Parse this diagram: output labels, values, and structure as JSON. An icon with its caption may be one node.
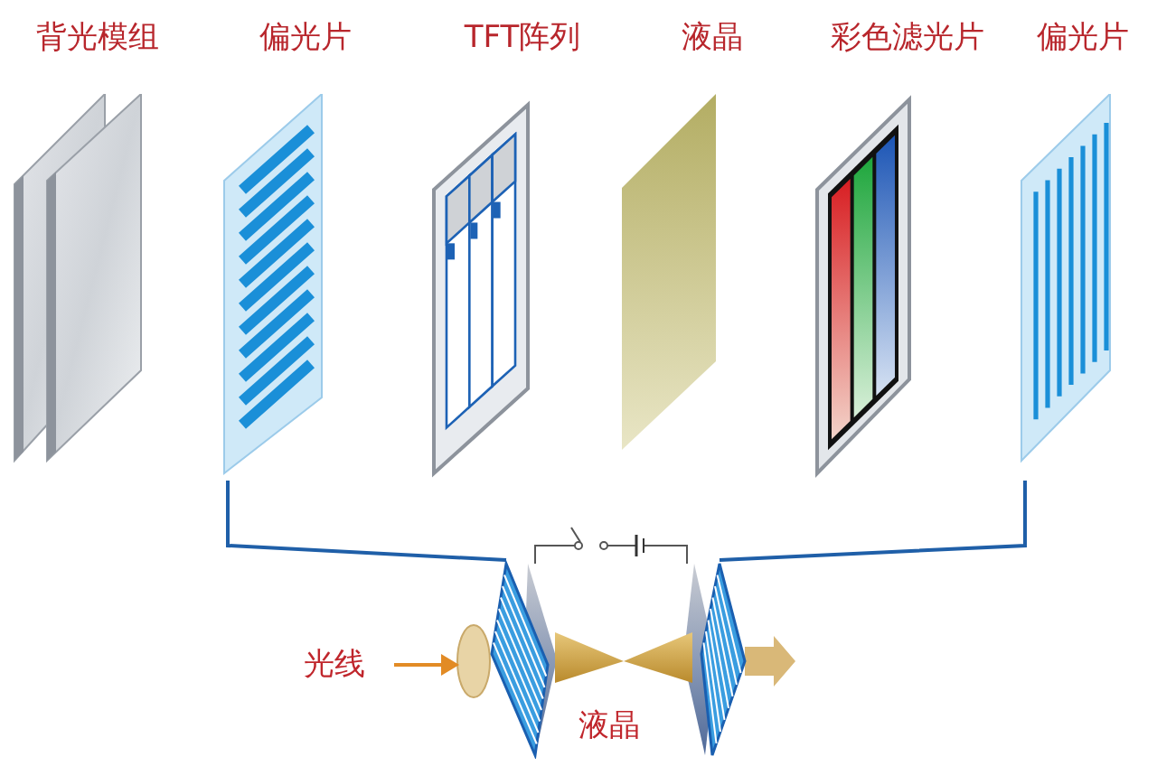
{
  "diagram": {
    "nodes": [
      {
        "text": [
          "背光模组"
        ]
      },
      {
        "text": [
          "偏光片"
        ]
      },
      {
        "text": [
          "TFT阵列"
        ]
      },
      {
        "text": [
          "液晶"
        ]
      },
      {
        "text": [
          "彩色滤光片"
        ]
      },
      {
        "text": [
          "偏光片"
        ]
      },
      {
        "text": [],
        "shape": "picture"
      },
      {
        "text": [],
        "shape": "picture"
      }
    ],
    "edges": [
      {
        "from": 1,
        "to": 6,
        "arrow": "none"
      },
      {
        "from": 5,
        "to": 7,
        "arrow": "none"
      }
    ],
    "labels": [
      "光线",
      "液晶"
    ]
  }
}
